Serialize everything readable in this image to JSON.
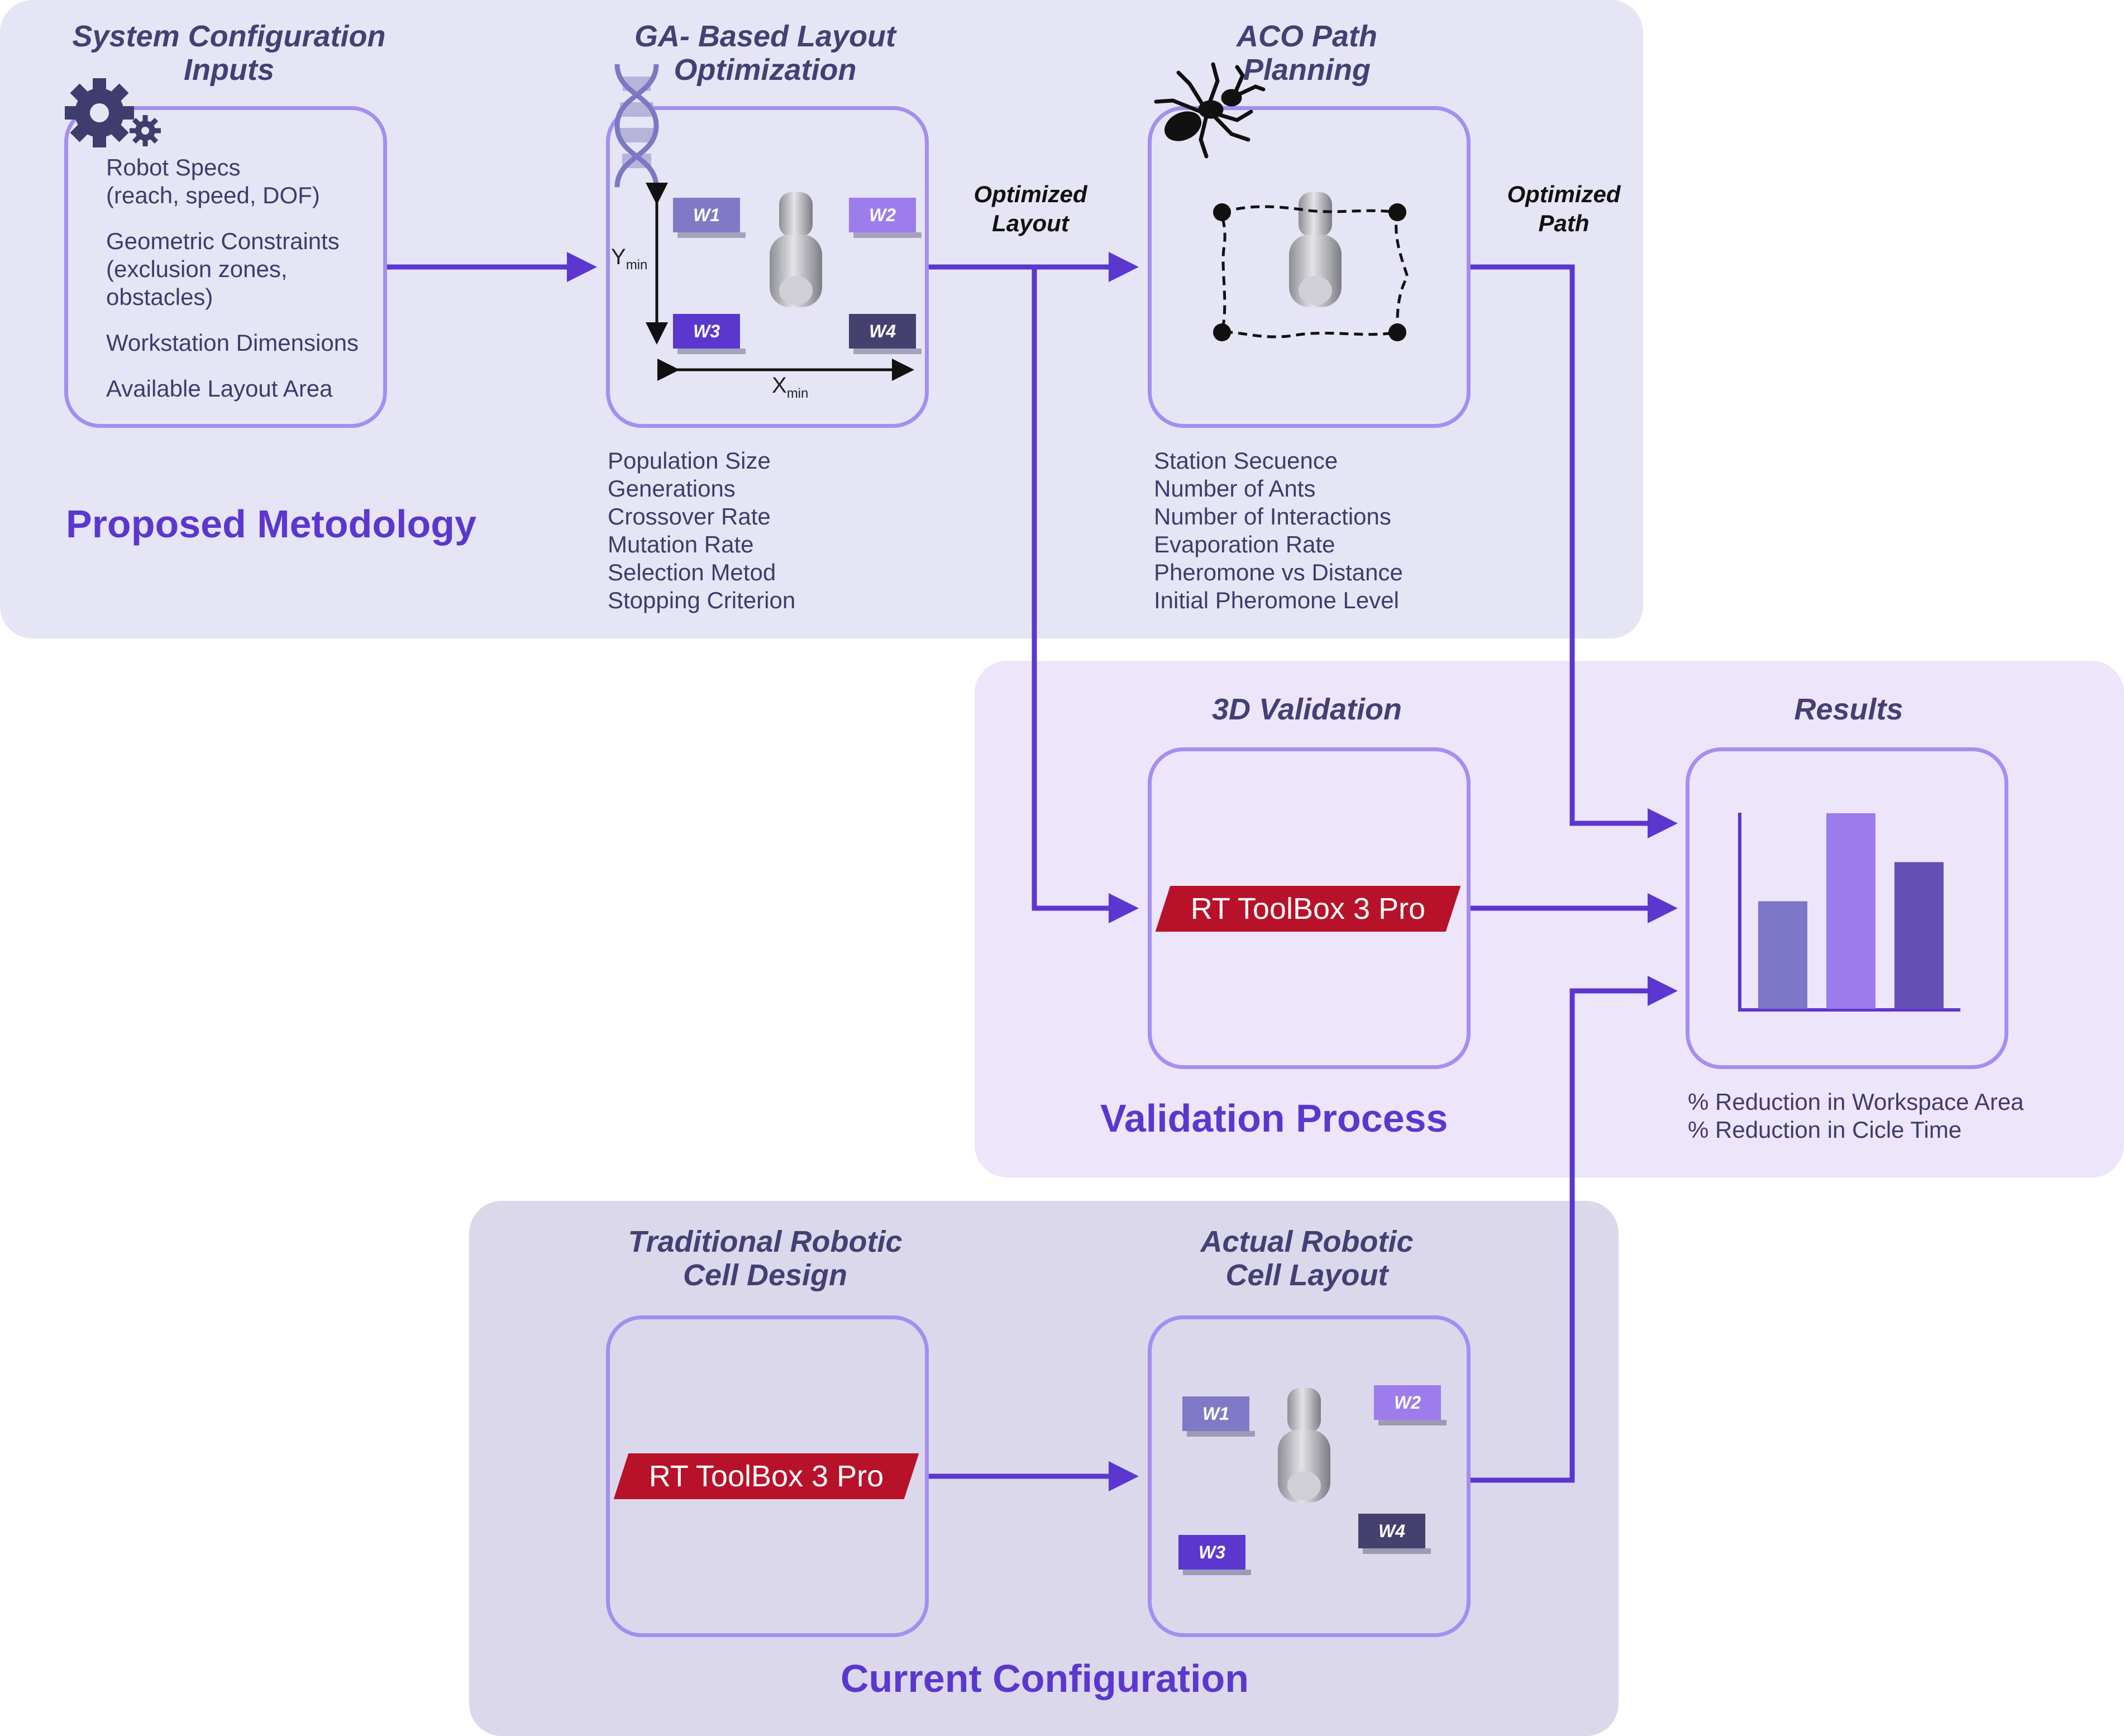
{
  "colors": {
    "accent": "#5b36cf",
    "box_border": "#a48ff0",
    "panel_top": "#e6e5f5",
    "panel_mid": "#ede6fa",
    "panel_bottom": "#dcd8eb",
    "rt_red": "#b8122a"
  },
  "inputs": {
    "title": "System Configuration\nInputs",
    "items": [
      "Robot Specs\n(reach, speed, DOF)",
      "Geometric Constraints\n(exclusion zones,\nobstacles)",
      "Workstation Dimensions",
      "Available Layout Area"
    ],
    "icon": "gear-icon"
  },
  "ga": {
    "title": "GA- Based Layout\nOptimization",
    "icon": "dna-icon",
    "y_axis": "Y",
    "y_sub": "min",
    "x_axis": "X",
    "x_sub": "min",
    "params": [
      "Population Size",
      "Generations",
      "Crossover Rate",
      "Mutation Rate",
      "Selection Metod",
      "Stopping Criterion"
    ]
  },
  "aco": {
    "title": "ACO Path\nPlanning",
    "icon": "ant-icon",
    "params": [
      "Station Secuence",
      "Number of Ants",
      "Number of Interactions",
      "Evaporation Rate",
      "Pheromone vs Distance",
      "Initial Pheromone Level"
    ]
  },
  "flow": {
    "optimized_layout": "Optimized\nLayout",
    "optimized_path": "Optimized\nPath"
  },
  "sections": {
    "proposed": "Proposed Metodology",
    "validation": "Validation Process",
    "current": "Current Configuration"
  },
  "validation": {
    "title": "3D Validation",
    "tool": "RT ToolBox 3 Pro"
  },
  "results": {
    "title": "Results",
    "metrics": [
      "% Reduction in Workspace Area",
      "% Reduction in Cicle Time"
    ],
    "chart_data": {
      "type": "bar",
      "categories": [
        "",
        "",
        ""
      ],
      "values": [
        0.55,
        1.0,
        0.75
      ],
      "colors": [
        "#7d77c8",
        "#9b7bec",
        "#6450b4"
      ]
    }
  },
  "traditional": {
    "title": "Traditional Robotic\nCell Design",
    "tool": "RT ToolBox 3 Pro"
  },
  "actual": {
    "title": "Actual Robotic\nCell Layout"
  },
  "workstations": [
    "W1",
    "W2",
    "W3",
    "W4"
  ]
}
